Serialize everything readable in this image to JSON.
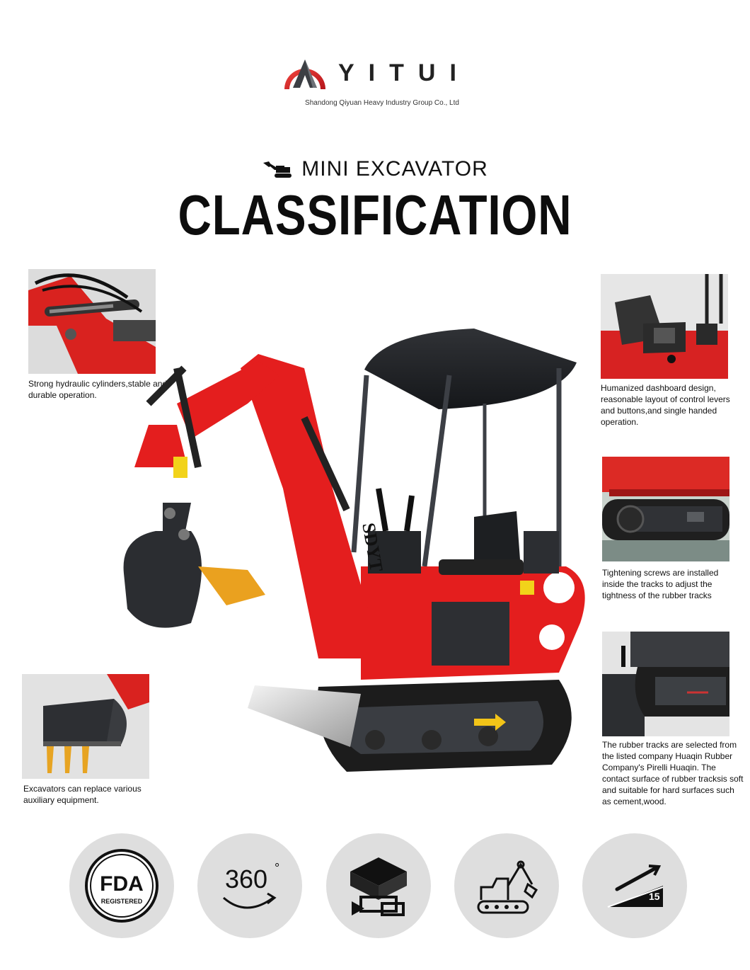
{
  "header": {
    "brand_name": "YITUI",
    "company_name": "Shandong Qiyuan Heavy Industry Group Co., Ltd"
  },
  "titles": {
    "subtitle": "MINI EXCAVATOR",
    "main_title": "CLASSIFICATION"
  },
  "machine_label": "SDYT",
  "features": [
    {
      "id": "hydraulic",
      "caption": "Strong hydraulic cylinders,stable and durable operation."
    },
    {
      "id": "dashboard",
      "caption": "Humanized dashboard design, reasonable layout of control levers and buttons,and single handed operation."
    },
    {
      "id": "tracks",
      "caption": "Tightening screws are installed inside the tracks to adjust the tightness of the rubber tracks"
    },
    {
      "id": "bucket",
      "caption": "Excavators can replace various auxiliary equipment."
    },
    {
      "id": "rubber",
      "caption": "The rubber tracks are selected from the listed company Huaqin Rubber Company's Pirelli Huaqin. The contact surface of rubber tracksis soft and suitable for hard surfaces such as cement,wood."
    }
  ],
  "badges": {
    "fda_main": "FDA",
    "fda_sub": "REGISTERED",
    "rotation": "360",
    "rotation_deg": "°",
    "slope": "15"
  },
  "colors": {
    "brand_red": "#e8212a",
    "machine_red": "#e41e1e",
    "dark_grey": "#2f3133",
    "circle_bg": "#dedede"
  },
  "icons": [
    "logo-mark-icon",
    "excavator-small-icon",
    "fda-registered-icon",
    "rotate-360-icon",
    "steel-beams-icon",
    "excavator-outline-icon",
    "slope-15-icon"
  ]
}
